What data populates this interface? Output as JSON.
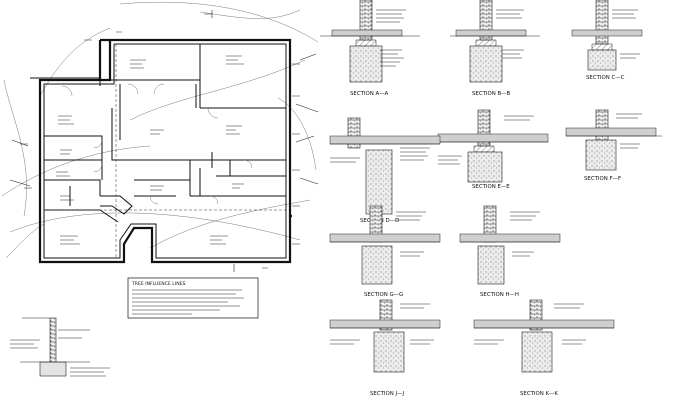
{
  "drawing": {
    "plan": {
      "tree_influence_title": "TREE INFLUENCE LINES"
    },
    "sections": [
      {
        "id": "a",
        "title": "SECTION A—A"
      },
      {
        "id": "b",
        "title": "SECTION B—B"
      },
      {
        "id": "c",
        "title": "SECTION C—C"
      },
      {
        "id": "d",
        "title": "SECTION D—D"
      },
      {
        "id": "e",
        "title": "SECTION E—E"
      },
      {
        "id": "f",
        "title": "SECTION F—F"
      },
      {
        "id": "g",
        "title": "SECTION G—G"
      },
      {
        "id": "h",
        "title": "SECTION H—H"
      },
      {
        "id": "j",
        "title": "SECTION J—J"
      },
      {
        "id": "k",
        "title": "SECTION K—K"
      }
    ],
    "colors": {
      "line": "#111111",
      "concrete": "#e3e3e3",
      "background": "#ffffff"
    }
  }
}
